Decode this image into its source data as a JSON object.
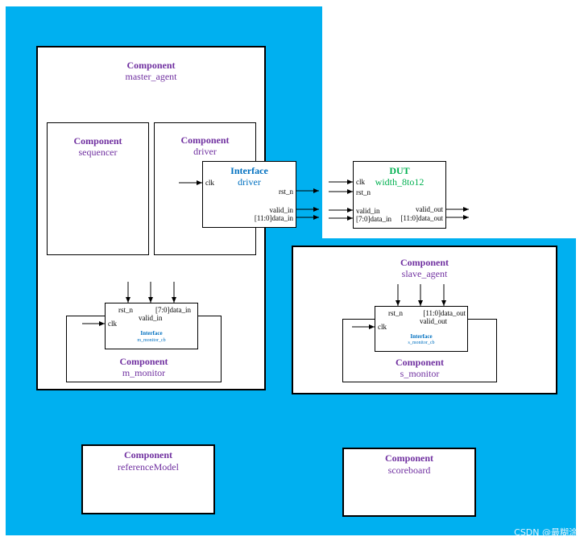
{
  "colors": {
    "background_blue": "#00b0f0",
    "component_purple": "#7030a0",
    "interface_blue": "#0070c0",
    "dut_green": "#00b050"
  },
  "master_agent": {
    "title": "Component",
    "name": "master_agent"
  },
  "sequencer": {
    "title": "Component",
    "name": "sequencer"
  },
  "driver": {
    "title": "Component",
    "name": "driver"
  },
  "driver_interface": {
    "title": "Interface",
    "name": "driver",
    "ports": {
      "clk": "clk",
      "rst_n": "rst_n",
      "valid_in": "valid_in",
      "data_in": "[11:0]data_in"
    }
  },
  "dut": {
    "title": "DUT",
    "name": "width_8to12",
    "ports": {
      "clk": "clk",
      "rst_n": "rst_n",
      "valid_in": "valid_in",
      "data_in": "[7:0]data_in",
      "valid_out": "valid_out",
      "data_out": "[11:0]data_out"
    }
  },
  "m_monitor": {
    "title": "Component",
    "name": "m_monitor",
    "interface": {
      "title": "Interface",
      "name": "m_monitor_cb",
      "ports": {
        "rst_n": "rst_n",
        "data_in": "[7:0]data_in",
        "valid_in": "valid_in",
        "clk": "clk"
      }
    }
  },
  "slave_agent": {
    "title": "Component",
    "name": "slave_agent"
  },
  "s_monitor": {
    "title": "Component",
    "name": "s_monitor",
    "interface": {
      "title": "Interface",
      "name": "s_monitor_cb",
      "ports": {
        "rst_n": "rst_n",
        "data_out": "[11:0]data_out",
        "valid_out": "valid_out",
        "clk": "clk"
      }
    }
  },
  "reference_model": {
    "title": "Component",
    "name": "referenceModel"
  },
  "scoreboard": {
    "title": "Component",
    "name": "scoreboard"
  },
  "watermark": "CSDN @最糊涂"
}
